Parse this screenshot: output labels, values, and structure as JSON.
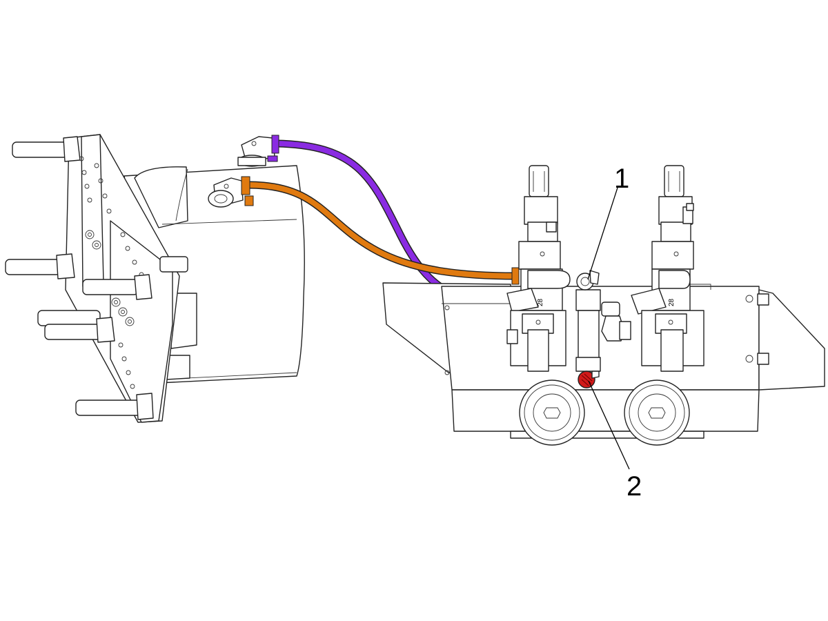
{
  "diagram": {
    "callouts": [
      {
        "id": "1",
        "label": "1"
      },
      {
        "id": "2",
        "label": "2"
      }
    ],
    "valve_marks": [
      "28",
      "28"
    ],
    "colors": {
      "hose_purple": "#8a2be2",
      "hose_orange": "#e07a10",
      "highlight_red": "#d11a1a",
      "line": "#222222"
    }
  }
}
